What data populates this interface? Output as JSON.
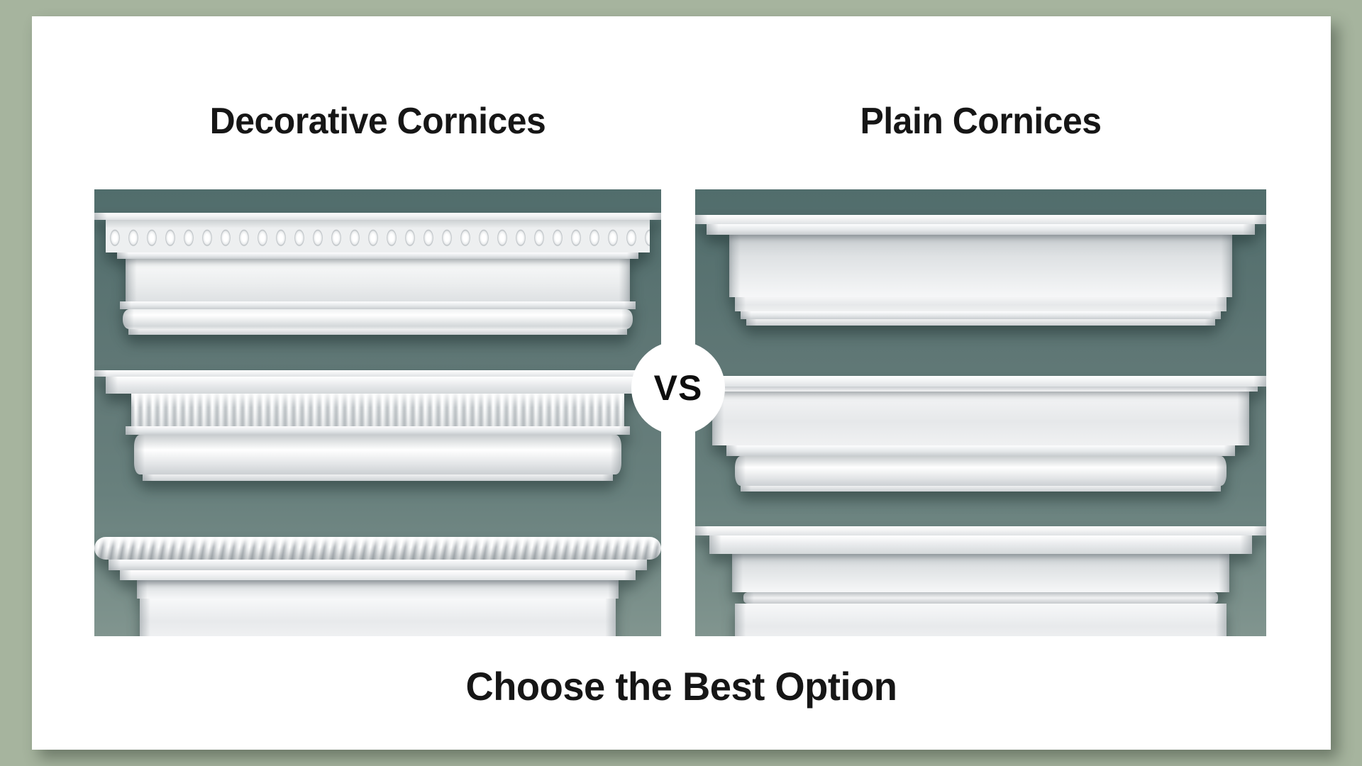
{
  "page": {
    "background_color": "#a6b49e",
    "card_color": "#ffffff"
  },
  "left_panel": {
    "title": "Decorative Cornices",
    "items": [
      "egg-and-dart-cornice",
      "fluted-cornice",
      "rope-edge-cornice"
    ]
  },
  "right_panel": {
    "title": "Plain Cornices",
    "items": [
      "plain-cove-cornice",
      "plain-stepped-cornice",
      "plain-smooth-cornice"
    ]
  },
  "vs_badge": {
    "label": "VS",
    "background": "#ffffff",
    "text_color": "#0e0e0e"
  },
  "caption": {
    "text": "Choose the Best Option"
  },
  "colors": {
    "panel_gradient_top": "#516d6c",
    "panel_gradient_bottom": "#81958f",
    "title_text": "#161616",
    "cornice_white": "#ffffff"
  }
}
